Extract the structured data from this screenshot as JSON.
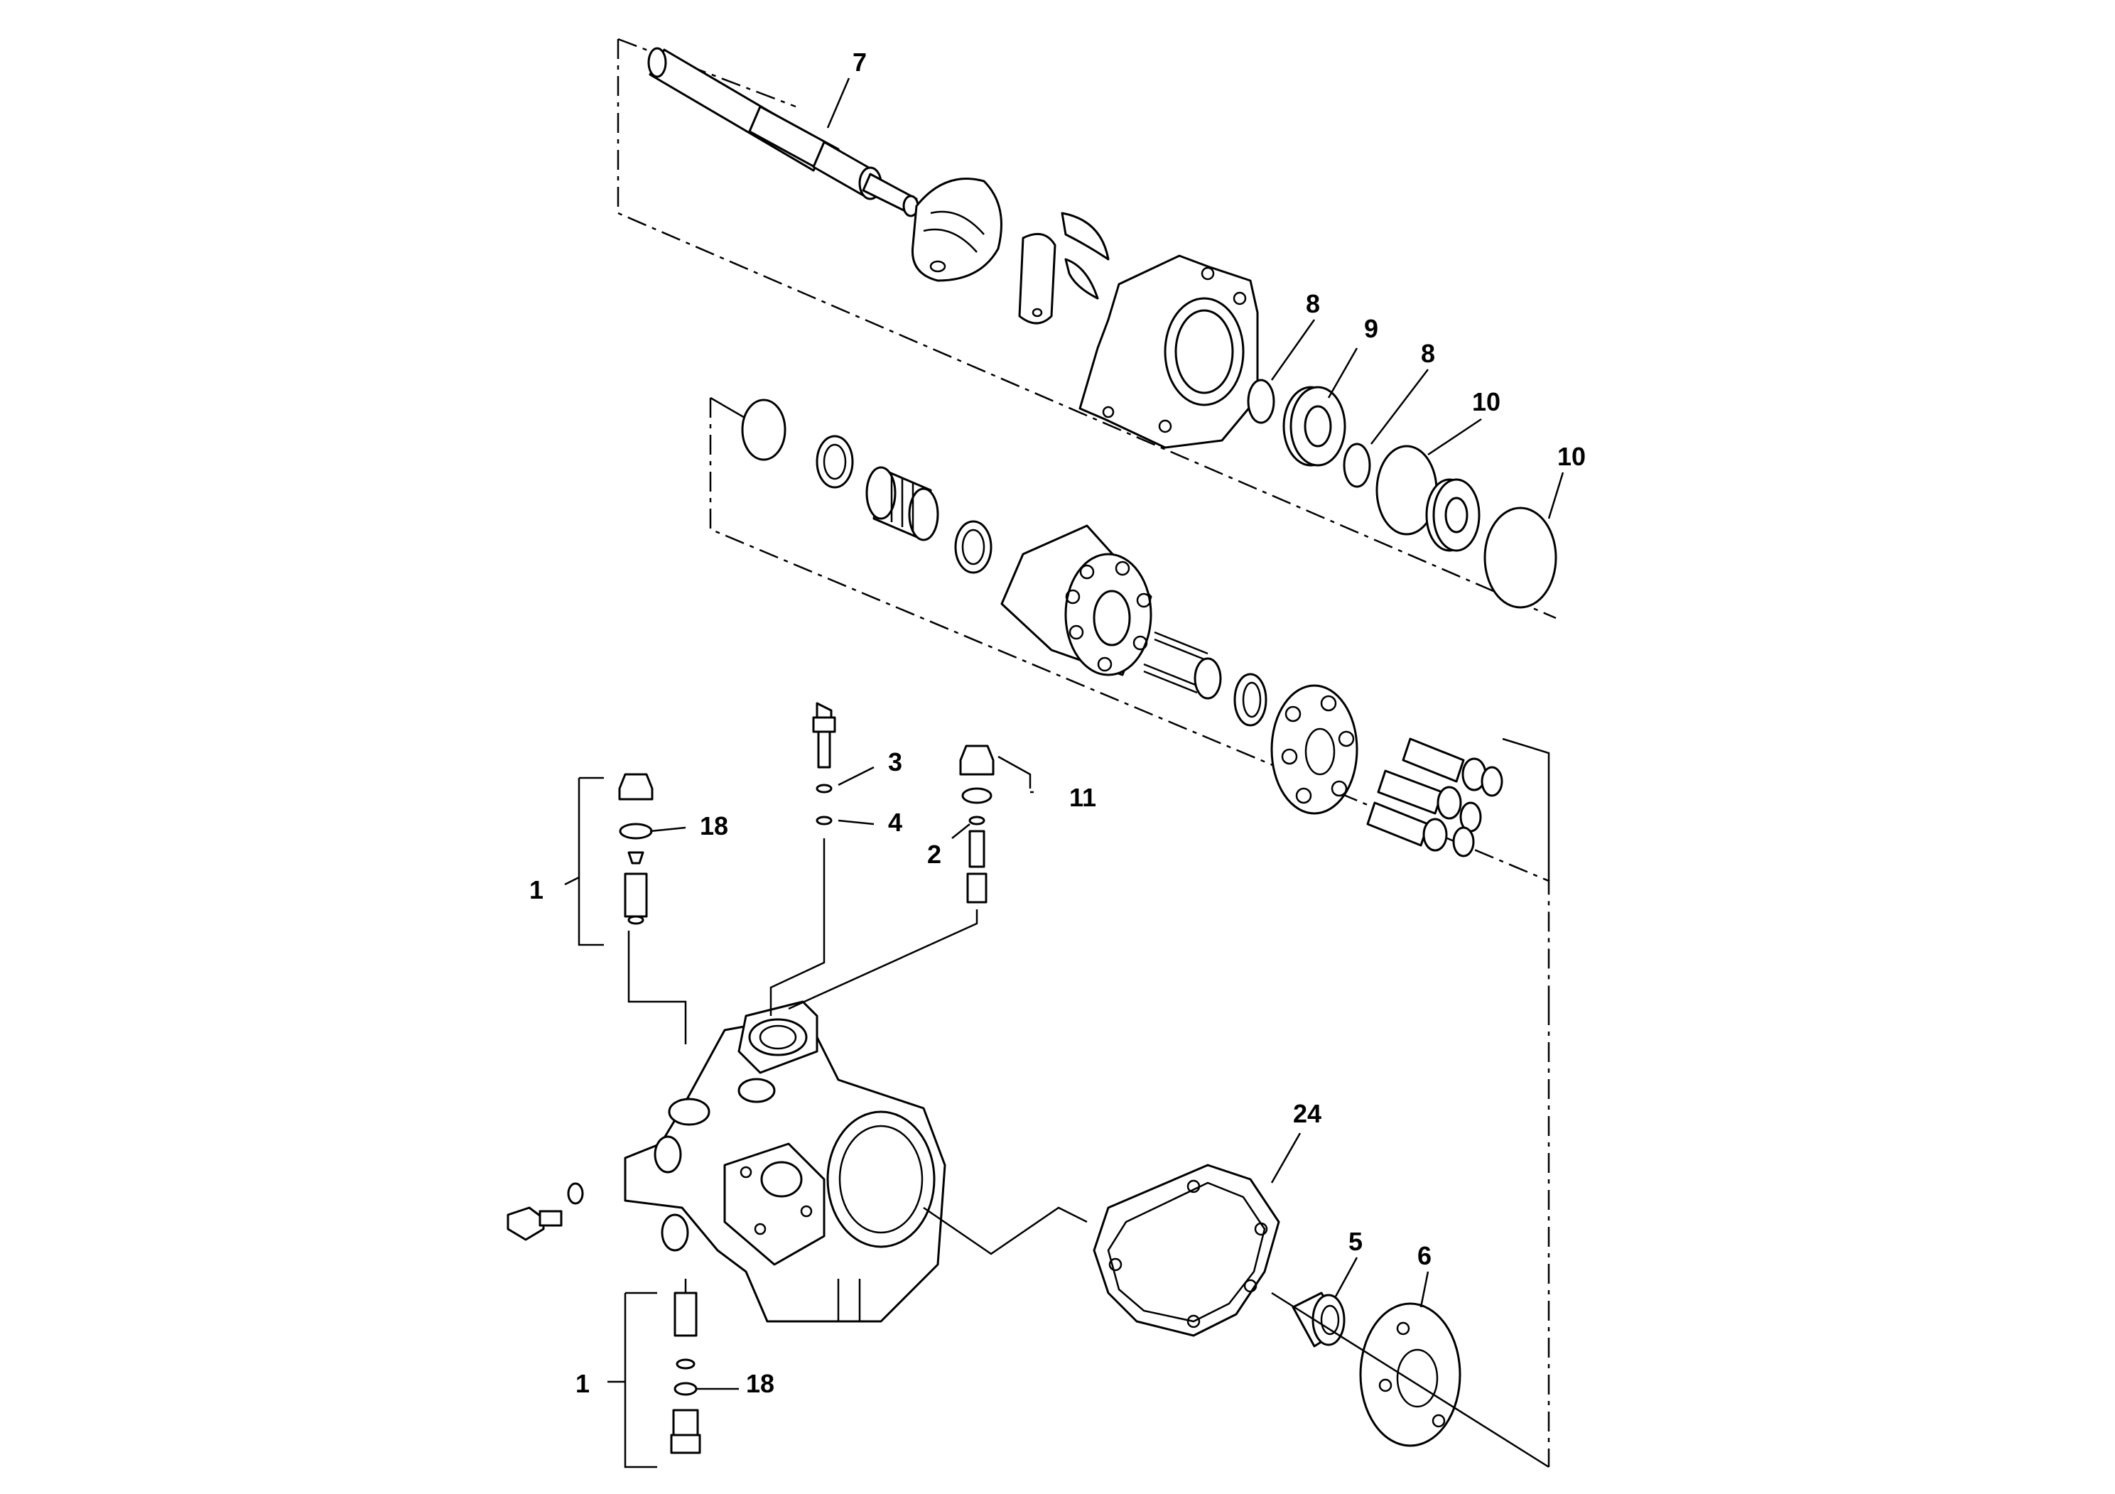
{
  "callouts": [
    {
      "id": "c7",
      "text": "7"
    },
    {
      "id": "c8a",
      "text": "8"
    },
    {
      "id": "c9",
      "text": "9"
    },
    {
      "id": "c8b",
      "text": "8"
    },
    {
      "id": "c10a",
      "text": "10"
    },
    {
      "id": "c10b",
      "text": "10"
    },
    {
      "id": "c3",
      "text": "3"
    },
    {
      "id": "c4",
      "text": "4"
    },
    {
      "id": "c11",
      "text": "11"
    },
    {
      "id": "c2",
      "text": "2"
    },
    {
      "id": "c18a",
      "text": "18"
    },
    {
      "id": "c1a",
      "text": "1"
    },
    {
      "id": "c24",
      "text": "24"
    },
    {
      "id": "c5",
      "text": "5"
    },
    {
      "id": "c6",
      "text": "6"
    },
    {
      "id": "c1b",
      "text": "1"
    },
    {
      "id": "c18b",
      "text": "18"
    }
  ]
}
